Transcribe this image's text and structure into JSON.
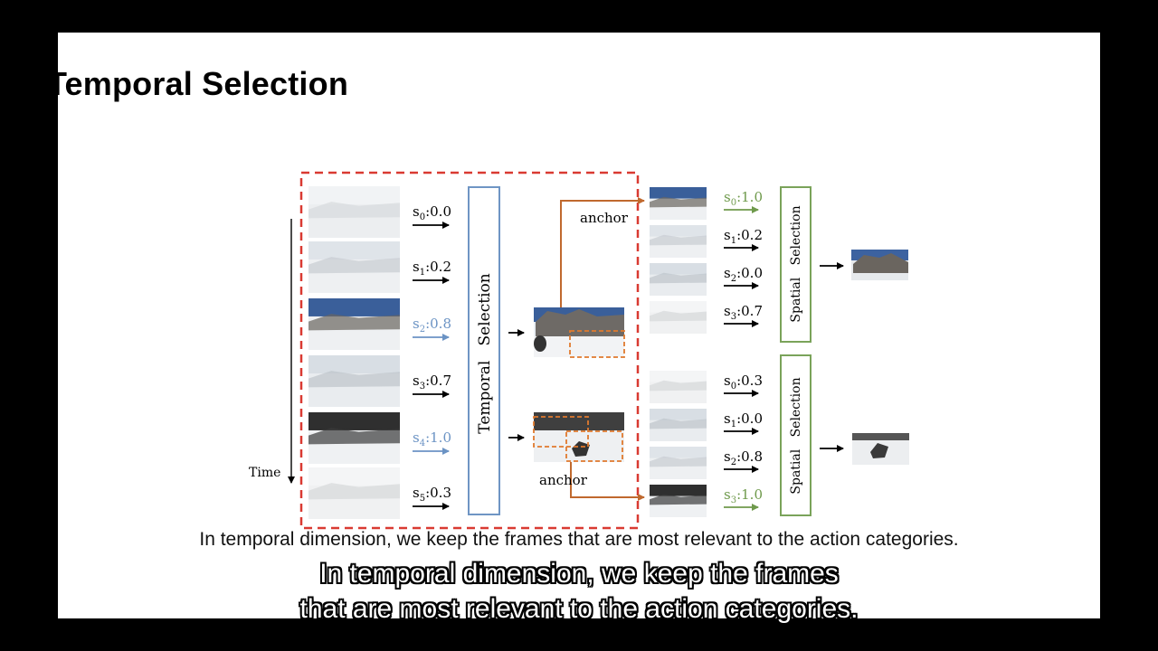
{
  "slide": {
    "title": "Temporal Selection",
    "caption": "In temporal dimension, we keep the frames that are most relevant to the action categories."
  },
  "subtitles": {
    "line1": "In temporal dimension, we keep the frames",
    "line2": "that are most relevant to the action categories."
  },
  "diagram": {
    "time_label": "Time",
    "temporal_box_label": "Temporal   Selection",
    "spatial_box_label": "Spatial   Selection",
    "anchor_label": "anchor",
    "colors": {
      "dashed_box": "#d93a32",
      "temporal_box": "#6f95c4",
      "spatial_box": "#7aa35a",
      "anchor_line": "#c0692e",
      "highlight_blue": "#6b93c4",
      "highlight_green": "#6f9a4c"
    },
    "frames": [
      {
        "sub": "0",
        "score": "0.0",
        "highlight": false
      },
      {
        "sub": "1",
        "score": "0.2",
        "highlight": false
      },
      {
        "sub": "2",
        "score": "0.8",
        "highlight": true
      },
      {
        "sub": "3",
        "score": "0.7",
        "highlight": false
      },
      {
        "sub": "4",
        "score": "1.0",
        "highlight": true
      },
      {
        "sub": "5",
        "score": "0.3",
        "highlight": false
      }
    ],
    "spatial_top": [
      {
        "sub": "0",
        "score": "1.0",
        "highlight": true
      },
      {
        "sub": "1",
        "score": "0.2",
        "highlight": false
      },
      {
        "sub": "2",
        "score": "0.0",
        "highlight": false
      },
      {
        "sub": "3",
        "score": "0.7",
        "highlight": false
      }
    ],
    "spatial_bottom": [
      {
        "sub": "0",
        "score": "0.3",
        "highlight": false
      },
      {
        "sub": "1",
        "score": "0.0",
        "highlight": false
      },
      {
        "sub": "2",
        "score": "0.8",
        "highlight": false
      },
      {
        "sub": "3",
        "score": "1.0",
        "highlight": true
      }
    ]
  }
}
